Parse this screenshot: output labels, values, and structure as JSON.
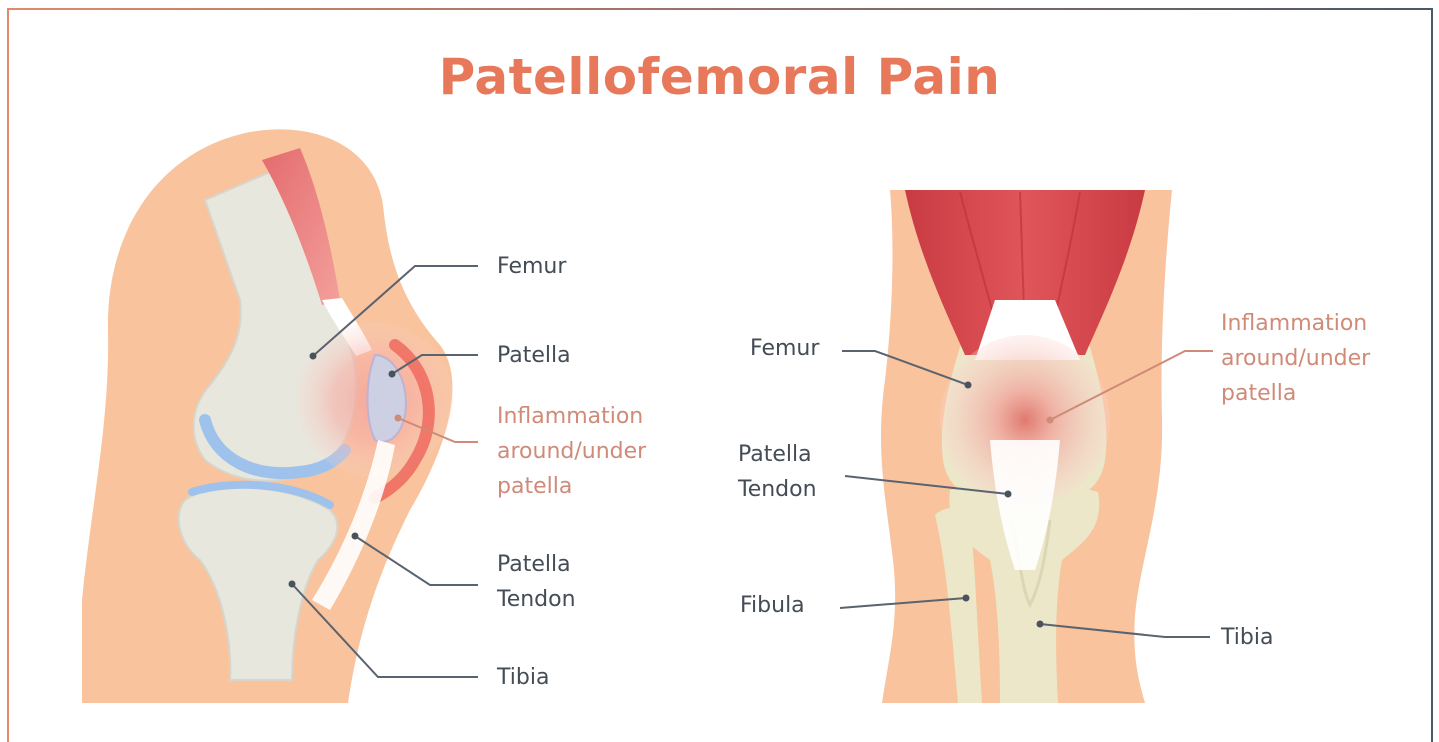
{
  "title": "Patellofemoral Pain",
  "colors": {
    "title": "#e8785a",
    "label": "#444c56",
    "inflammation_label": "#cf8a78",
    "skin": "#f8c39d",
    "bone": "#e7e7dd",
    "bone_front": "#ece7c9",
    "muscle": "#d9494c",
    "cartilage": "#9fc2ec",
    "tendon": "#ffffff",
    "border_left": "#e2896a",
    "border_right": "#4a5966"
  },
  "side_view": {
    "labels": {
      "femur": "Femur",
      "patella": "Patella",
      "inflammation": "Inflammation\naround/under\npatella",
      "patella_tendon": "Patella\nTendon",
      "tibia": "Tibia"
    }
  },
  "front_view": {
    "labels": {
      "femur": "Femur",
      "inflammation": "Inflammation\naround/under\npatella",
      "patella_tendon": "Patella\nTendon",
      "fibula": "Fibula",
      "tibia": "Tibia"
    }
  }
}
